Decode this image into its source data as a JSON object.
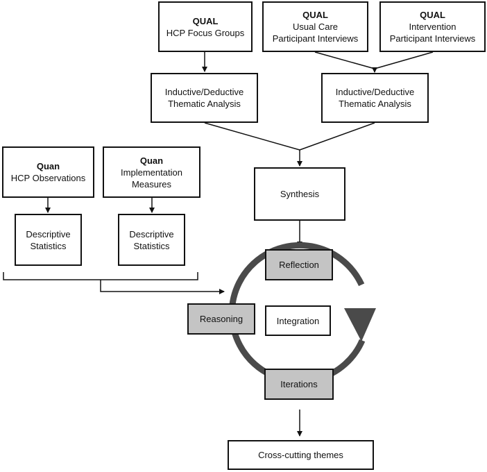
{
  "boxes": {
    "qual_hcp": {
      "tag": "QUAL",
      "lines": [
        "HCP Focus Groups"
      ]
    },
    "qual_usual": {
      "tag": "QUAL",
      "lines": [
        "Usual Care",
        "Participant Interviews"
      ]
    },
    "qual_intervention": {
      "tag": "QUAL",
      "lines": [
        "Intervention",
        "Participant Interviews"
      ]
    },
    "thematic_left": {
      "lines": [
        "Inductive/Deductive",
        "Thematic Analysis"
      ]
    },
    "thematic_right": {
      "lines": [
        "Inductive/Deductive",
        "Thematic Analysis"
      ]
    },
    "quan_obs": {
      "tag": "Quan",
      "lines": [
        "HCP Observations"
      ]
    },
    "quan_impl": {
      "tag": "Quan",
      "lines": [
        "Implementation",
        "Measures"
      ]
    },
    "desc_left": {
      "lines": [
        "Descriptive",
        "Statistics"
      ]
    },
    "desc_right": {
      "lines": [
        "Descriptive",
        "Statistics"
      ]
    },
    "synthesis": {
      "lines": [
        "Synthesis"
      ]
    },
    "reflection": {
      "lines": [
        "Reflection"
      ]
    },
    "reasoning": {
      "lines": [
        "Reasoning"
      ]
    },
    "integration": {
      "lines": [
        "Integration"
      ]
    },
    "iterations": {
      "lines": [
        "Iterations"
      ]
    },
    "cross_cutting": {
      "lines": [
        "Cross-cutting themes"
      ]
    }
  },
  "colors": {
    "line": "#111111",
    "gray_box": "#c4c4c4",
    "cycle": "#4a4a4a"
  }
}
